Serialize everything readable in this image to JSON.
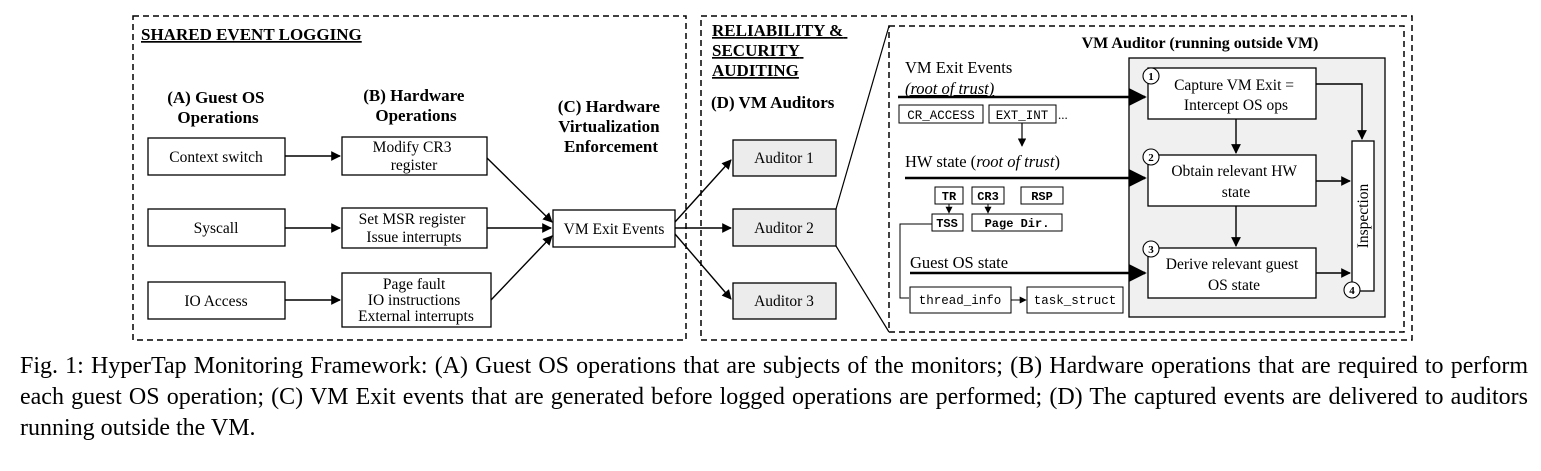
{
  "shared": {
    "heading": "SHARED EVENT LOGGING",
    "col_a": [
      "(A) Guest OS",
      "Operations"
    ],
    "col_b": [
      "(B) Hardware",
      "Operations"
    ],
    "col_c": [
      "(C) Hardware",
      "Virtualization",
      "Enforcement"
    ],
    "guest_ops": [
      "Context switch",
      "Syscall",
      "IO Access"
    ],
    "hw_ops": [
      [
        "Modify CR3",
        "register"
      ],
      [
        "Set MSR register",
        "Issue interrupts"
      ],
      [
        "Page fault",
        "IO instructions",
        "External interrupts"
      ]
    ],
    "vm_exit": "VM Exit Events"
  },
  "reliability": {
    "heading": [
      "RELIABILITY  &",
      "SECURITY",
      "AUDITING"
    ],
    "col_d": "(D) VM Auditors",
    "auditors": [
      "Auditor 1",
      "Auditor 2",
      "Auditor 3"
    ]
  },
  "detail": {
    "title": "VM Auditor (running outside VM)",
    "vm_exit_label": "VM Exit Events",
    "root_of_trust_1": "(root of trust)",
    "exit_types": [
      "CR_ACCESS",
      "EXT_INT"
    ],
    "ellipsis": "...",
    "hw_label": "HW state (",
    "root_of_trust_2": "root of trust",
    "hw_label_close": ")",
    "regs": [
      "TR",
      "CR3",
      "RSP"
    ],
    "reg_targets": [
      "TSS",
      "Page Dir."
    ],
    "guest_label": "Guest OS state",
    "structs": [
      "thread_info",
      "task_struct"
    ],
    "steps": [
      {
        "num": "1",
        "lines": [
          "Capture VM Exit =",
          "Intercept OS ops"
        ]
      },
      {
        "num": "2",
        "lines": [
          "Obtain relevant HW",
          "state"
        ]
      },
      {
        "num": "3",
        "lines": [
          "Derive relevant guest",
          "OS state"
        ]
      }
    ],
    "inspection": "Inspection",
    "inspection_num": "4"
  },
  "caption": "Fig. 1: HyperTap Monitoring Framework: (A) Guest OS operations that are subjects of the monitors; (B) Hardware operations that are required to perform each guest OS operation; (C) VM Exit events that are generated before logged operations are performed; (D) The captured events are delivered to auditors running outside the VM.",
  "colors": {
    "auditor_fill": "#ececec",
    "panel_fill": "#f0f0f0",
    "stroke": "#000000"
  }
}
